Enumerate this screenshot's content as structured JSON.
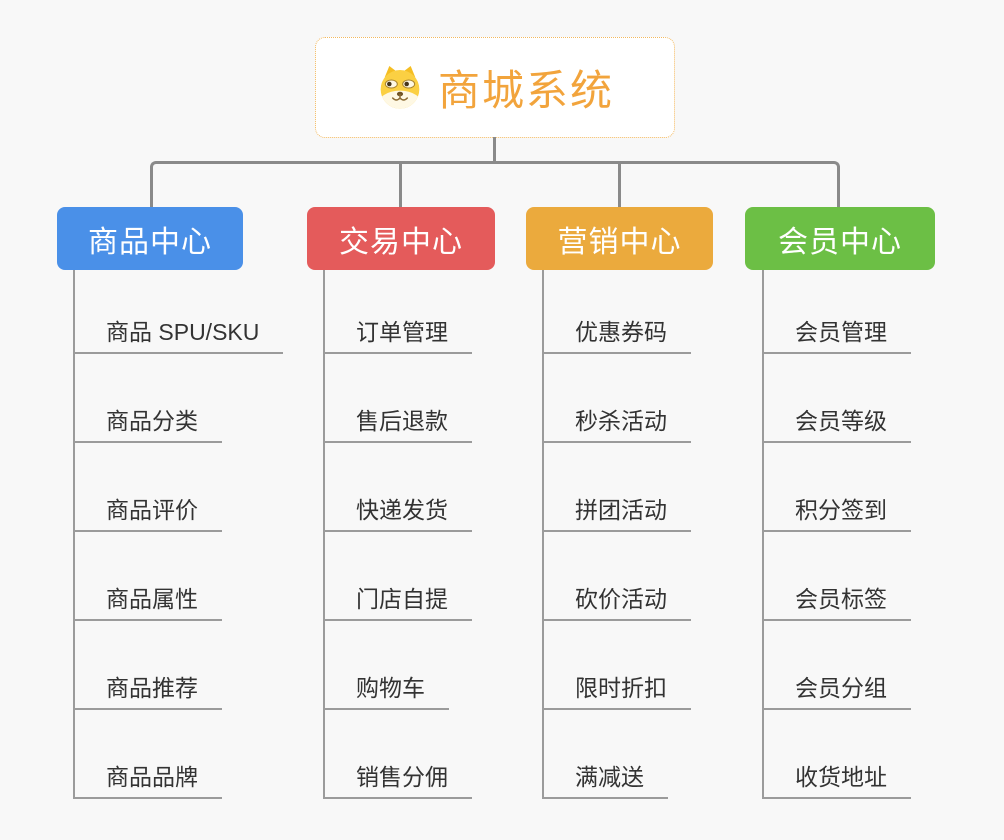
{
  "canvas": {
    "background": "#F8F8F8",
    "connector_color": "#8A8A8A",
    "underline_color": "#9B9B9B"
  },
  "root": {
    "title": "商城系统",
    "icon": "dog-face-icon",
    "accent_color": "#F2A43C"
  },
  "branches": [
    {
      "label": "商品中心",
      "color": "#4A90E8",
      "children": [
        "商品 SPU/SKU",
        "商品分类",
        "商品评价",
        "商品属性",
        "商品推荐",
        "商品品牌"
      ]
    },
    {
      "label": "交易中心",
      "color": "#E45B5B",
      "children": [
        "订单管理",
        "售后退款",
        "快递发货",
        "门店自提",
        "购物车",
        "销售分佣"
      ]
    },
    {
      "label": "营销中心",
      "color": "#EBAA3D",
      "children": [
        "优惠券码",
        "秒杀活动",
        "拼团活动",
        "砍价活动",
        "限时折扣",
        "满减送"
      ]
    },
    {
      "label": "会员中心",
      "color": "#6CBF45",
      "children": [
        "会员管理",
        "会员等级",
        "积分签到",
        "会员标签",
        "会员分组",
        "收货地址"
      ]
    }
  ]
}
